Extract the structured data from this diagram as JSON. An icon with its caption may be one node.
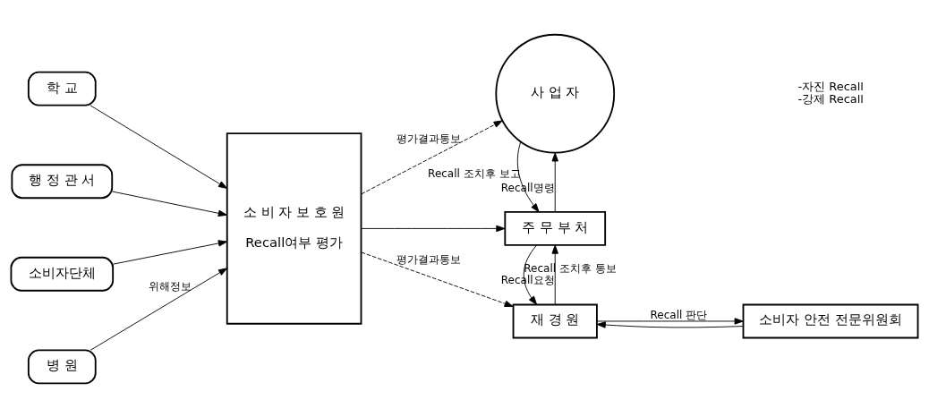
{
  "diagram": {
    "nodes": [
      {
        "text": [
          "병 원"
        ]
      },
      {
        "text": [
          "소비자단체"
        ]
      },
      {
        "text": [
          "행 정 관 서"
        ]
      },
      {
        "text": [
          "학 교"
        ]
      },
      {
        "text": [
          "소 비 자 보 호 원",
          "Recall여부 평가"
        ]
      },
      {
        "text": [
          "재 경 원"
        ]
      },
      {
        "text": [
          "소비자 안전 전문위원회"
        ]
      },
      {
        "text": [
          "주 무 부 처"
        ]
      },
      {
        "text": [
          "사 업 자"
        ],
        "beside": [
          "-자진 Recall",
          "-강제 Recall"
        ]
      }
    ],
    "edges": [
      {
        "from": 0,
        "to": 4,
        "arrow": "to",
        "label": "위해정보"
      },
      {
        "from": 1,
        "to": 4,
        "arrow": "to"
      },
      {
        "from": 2,
        "to": 4,
        "arrow": "to"
      },
      {
        "from": 3,
        "to": 4,
        "arrow": "to"
      },
      {
        "from": 4,
        "to": 5,
        "arrow": "to",
        "style": "dashed",
        "label": "평가결과통보"
      },
      {
        "from": 4,
        "to": 7,
        "arrow": "to"
      },
      {
        "from": 4,
        "to": 8,
        "arrow": "to",
        "style": "dashed",
        "label": "평가결과통보"
      },
      {
        "from": 5,
        "to": 6,
        "arrow": "to",
        "label": "Recall 판단"
      },
      {
        "from": 6,
        "to": 5,
        "arrow": "to"
      },
      {
        "from": 5,
        "to": 7,
        "arrow": "to",
        "label": "Recall요청"
      },
      {
        "from": 7,
        "to": 5,
        "arrow": "to",
        "label": "Recall 조치후 통보"
      },
      {
        "from": 7,
        "to": 8,
        "arrow": "to",
        "label": "Recall명령"
      },
      {
        "from": 8,
        "to": 7,
        "arrow": "to",
        "label": "Recall 조치후 보고"
      }
    ]
  }
}
